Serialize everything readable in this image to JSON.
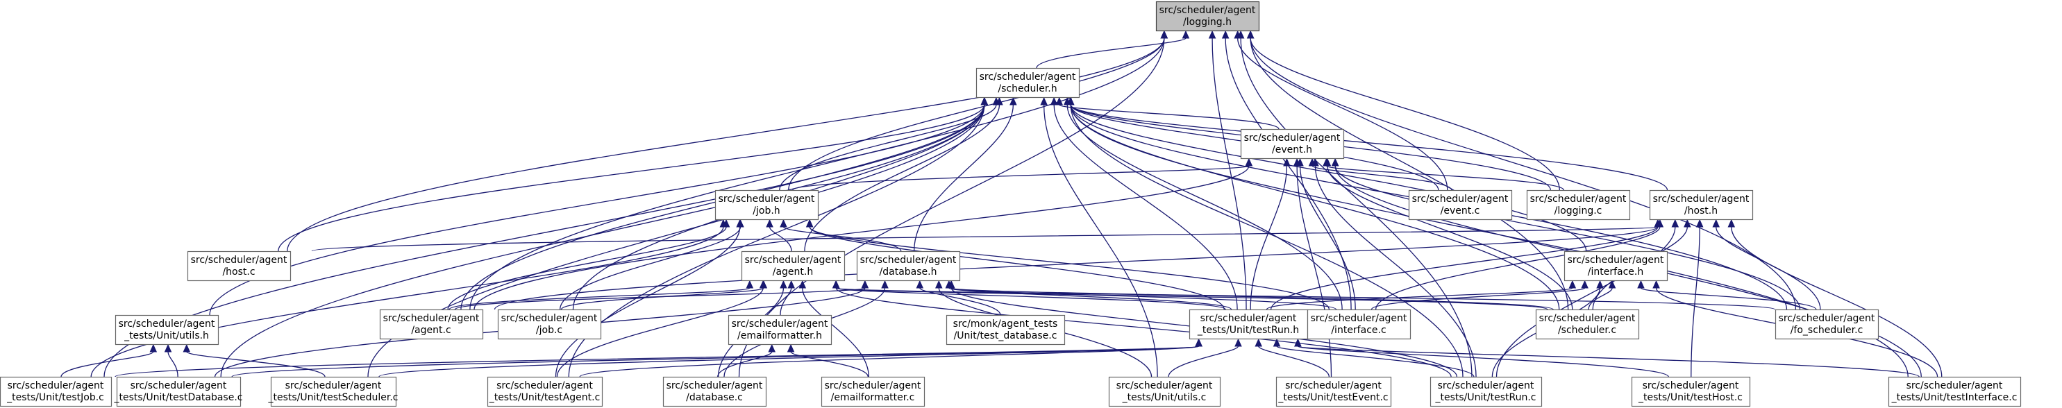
{
  "graph": {
    "nodes": [
      {
        "id": "logging_h",
        "lines": [
          "src/scheduler/agent",
          "/logging.h"
        ],
        "root": true
      },
      {
        "id": "scheduler_h",
        "lines": [
          "src/scheduler/agent",
          "/scheduler.h"
        ]
      },
      {
        "id": "event_h",
        "lines": [
          "src/scheduler/agent",
          "/event.h"
        ]
      },
      {
        "id": "job_h",
        "lines": [
          "src/scheduler/agent",
          "/job.h"
        ]
      },
      {
        "id": "event_c",
        "lines": [
          "src/scheduler/agent",
          "/event.c"
        ]
      },
      {
        "id": "logging_c",
        "lines": [
          "src/scheduler/agent",
          "/logging.c"
        ]
      },
      {
        "id": "host_h",
        "lines": [
          "src/scheduler/agent",
          "/host.h"
        ]
      },
      {
        "id": "host_c",
        "lines": [
          "src/scheduler/agent",
          "/host.c"
        ]
      },
      {
        "id": "agent_h",
        "lines": [
          "src/scheduler/agent",
          "/agent.h"
        ]
      },
      {
        "id": "database_h",
        "lines": [
          "src/scheduler/agent",
          "/database.h"
        ]
      },
      {
        "id": "interface_h",
        "lines": [
          "src/scheduler/agent",
          "/interface.h"
        ]
      },
      {
        "id": "utils_h",
        "lines": [
          "src/scheduler/agent",
          "_tests/Unit/utils.h"
        ]
      },
      {
        "id": "agent_c",
        "lines": [
          "src/scheduler/agent",
          "/agent.c"
        ]
      },
      {
        "id": "job_c",
        "lines": [
          "src/scheduler/agent",
          "/job.c"
        ]
      },
      {
        "id": "emailformatter_h",
        "lines": [
          "src/scheduler/agent",
          "/emailformatter.h"
        ]
      },
      {
        "id": "test_database_monk",
        "lines": [
          "src/monk/agent_tests",
          "/Unit/test_database.c"
        ]
      },
      {
        "id": "testRun_h",
        "lines": [
          "src/scheduler/agent",
          "_tests/Unit/testRun.h"
        ]
      },
      {
        "id": "interface_c",
        "lines": [
          "src/scheduler/agent",
          "/interface.c"
        ]
      },
      {
        "id": "scheduler_c",
        "lines": [
          "src/scheduler/agent",
          "/scheduler.c"
        ]
      },
      {
        "id": "fo_scheduler_c",
        "lines": [
          "src/scheduler/agent",
          "/fo_scheduler.c"
        ]
      },
      {
        "id": "testJob_c",
        "lines": [
          "src/scheduler/agent",
          "_tests/Unit/testJob.c"
        ]
      },
      {
        "id": "testDatabase_c",
        "lines": [
          "src/scheduler/agent",
          "_tests/Unit/testDatabase.c"
        ]
      },
      {
        "id": "testScheduler_c",
        "lines": [
          "src/scheduler/agent",
          "_tests/Unit/testScheduler.c"
        ]
      },
      {
        "id": "testAgent_c",
        "lines": [
          "src/scheduler/agent",
          "_tests/Unit/testAgent.c"
        ]
      },
      {
        "id": "database_c",
        "lines": [
          "src/scheduler/agent",
          "/database.c"
        ]
      },
      {
        "id": "emailformatter_c",
        "lines": [
          "src/scheduler/agent",
          "/emailformatter.c"
        ]
      },
      {
        "id": "utils_c",
        "lines": [
          "src/scheduler/agent",
          "_tests/Unit/utils.c"
        ]
      },
      {
        "id": "testEvent_c",
        "lines": [
          "src/scheduler/agent",
          "_tests/Unit/testEvent.c"
        ]
      },
      {
        "id": "testRun_c",
        "lines": [
          "src/scheduler/agent",
          "_tests/Unit/testRun.c"
        ]
      },
      {
        "id": "testHost_c",
        "lines": [
          "src/scheduler/agent",
          "_tests/Unit/testHost.c"
        ]
      },
      {
        "id": "testInterface_c",
        "lines": [
          "src/scheduler/agent",
          "_tests/Unit/testInterface.c"
        ]
      }
    ],
    "edges": [
      [
        "scheduler_h",
        "logging_h"
      ],
      [
        "job_h",
        "logging_h"
      ],
      [
        "event_c",
        "logging_h"
      ],
      [
        "logging_c",
        "logging_h"
      ],
      [
        "host_c",
        "logging_h"
      ],
      [
        "testRun_h",
        "logging_h"
      ],
      [
        "fo_scheduler_c",
        "logging_h"
      ],
      [
        "testRun_c",
        "logging_h"
      ],
      [
        "scheduler_c",
        "logging_h"
      ],
      [
        "agent_c",
        "logging_h"
      ],
      [
        "database_c",
        "logging_h"
      ],
      [
        "interface_c",
        "logging_h"
      ],
      [
        "event_h",
        "scheduler_h"
      ],
      [
        "job_h",
        "scheduler_h"
      ],
      [
        "agent_h",
        "scheduler_h"
      ],
      [
        "database_h",
        "scheduler_h"
      ],
      [
        "host_h",
        "scheduler_h"
      ],
      [
        "interface_h",
        "scheduler_h"
      ],
      [
        "utils_h",
        "scheduler_h"
      ],
      [
        "host_c",
        "scheduler_h"
      ],
      [
        "event_c",
        "scheduler_h"
      ],
      [
        "logging_c",
        "scheduler_h"
      ],
      [
        "agent_c",
        "scheduler_h"
      ],
      [
        "job_c",
        "scheduler_h"
      ],
      [
        "testRun_h",
        "scheduler_h"
      ],
      [
        "interface_c",
        "scheduler_h"
      ],
      [
        "scheduler_c",
        "scheduler_h"
      ],
      [
        "fo_scheduler_c",
        "scheduler_h"
      ],
      [
        "testJob_c",
        "scheduler_h"
      ],
      [
        "testDatabase_c",
        "scheduler_h"
      ],
      [
        "testScheduler_c",
        "scheduler_h"
      ],
      [
        "testAgent_c",
        "scheduler_h"
      ],
      [
        "utils_c",
        "scheduler_h"
      ],
      [
        "testRun_c",
        "scheduler_h"
      ],
      [
        "testInterface_c",
        "scheduler_h"
      ],
      [
        "job_h",
        "event_h"
      ],
      [
        "event_c",
        "event_h"
      ],
      [
        "logging_c",
        "event_h"
      ],
      [
        "testRun_h",
        "event_h"
      ],
      [
        "agent_c",
        "event_h"
      ],
      [
        "interface_c",
        "event_h"
      ],
      [
        "scheduler_c",
        "event_h"
      ],
      [
        "testEvent_c",
        "event_h"
      ],
      [
        "testRun_c",
        "event_h"
      ],
      [
        "testInterface_c",
        "event_h"
      ],
      [
        "fo_scheduler_c",
        "event_h"
      ],
      [
        "agent_h",
        "job_h"
      ],
      [
        "database_h",
        "job_h"
      ],
      [
        "agent_c",
        "job_h"
      ],
      [
        "job_c",
        "job_h"
      ],
      [
        "testRun_h",
        "job_h"
      ],
      [
        "interface_c",
        "job_h"
      ],
      [
        "testJob_c",
        "job_h"
      ],
      [
        "testAgent_c",
        "job_h"
      ],
      [
        "agent_c",
        "agent_h"
      ],
      [
        "job_c",
        "agent_h"
      ],
      [
        "emailformatter_h",
        "agent_h"
      ],
      [
        "testRun_h",
        "agent_h"
      ],
      [
        "scheduler_c",
        "agent_h"
      ],
      [
        "database_c",
        "agent_h"
      ],
      [
        "testAgent_c",
        "agent_h"
      ],
      [
        "emailformatter_c",
        "agent_h"
      ],
      [
        "testRun_c",
        "agent_h"
      ],
      [
        "fo_scheduler_c",
        "agent_h"
      ],
      [
        "agent_c",
        "database_h"
      ],
      [
        "test_database_monk",
        "database_h"
      ],
      [
        "testRun_h",
        "database_h"
      ],
      [
        "interface_c",
        "database_h"
      ],
      [
        "scheduler_c",
        "database_h"
      ],
      [
        "database_c",
        "database_h"
      ],
      [
        "utils_c",
        "database_h"
      ],
      [
        "testRun_c",
        "database_h"
      ],
      [
        "testDatabase_c",
        "database_h"
      ],
      [
        "agent_c",
        "host_h"
      ],
      [
        "host_c",
        "host_h"
      ],
      [
        "testRun_h",
        "host_h"
      ],
      [
        "interface_c",
        "host_h"
      ],
      [
        "scheduler_c",
        "host_h"
      ],
      [
        "fo_scheduler_c",
        "host_h"
      ],
      [
        "testRun_c",
        "host_h"
      ],
      [
        "testHost_c",
        "host_h"
      ],
      [
        "testInterface_c",
        "host_h"
      ],
      [
        "interface_c",
        "interface_h"
      ],
      [
        "scheduler_c",
        "interface_h"
      ],
      [
        "fo_scheduler_c",
        "interface_h"
      ],
      [
        "testRun_h",
        "interface_h"
      ],
      [
        "testRun_c",
        "interface_h"
      ],
      [
        "testInterface_c",
        "interface_h"
      ],
      [
        "testJob_c",
        "utils_h"
      ],
      [
        "testDatabase_c",
        "utils_h"
      ],
      [
        "testScheduler_c",
        "utils_h"
      ],
      [
        "database_c",
        "emailformatter_h"
      ],
      [
        "emailformatter_c",
        "emailformatter_h"
      ],
      [
        "testJob_c",
        "testRun_h"
      ],
      [
        "testDatabase_c",
        "testRun_h"
      ],
      [
        "testScheduler_c",
        "testRun_h"
      ],
      [
        "testAgent_c",
        "testRun_h"
      ],
      [
        "utils_c",
        "testRun_h"
      ],
      [
        "testEvent_c",
        "testRun_h"
      ],
      [
        "testRun_c",
        "testRun_h"
      ],
      [
        "testHost_c",
        "testRun_h"
      ],
      [
        "testInterface_c",
        "testRun_h"
      ]
    ]
  }
}
